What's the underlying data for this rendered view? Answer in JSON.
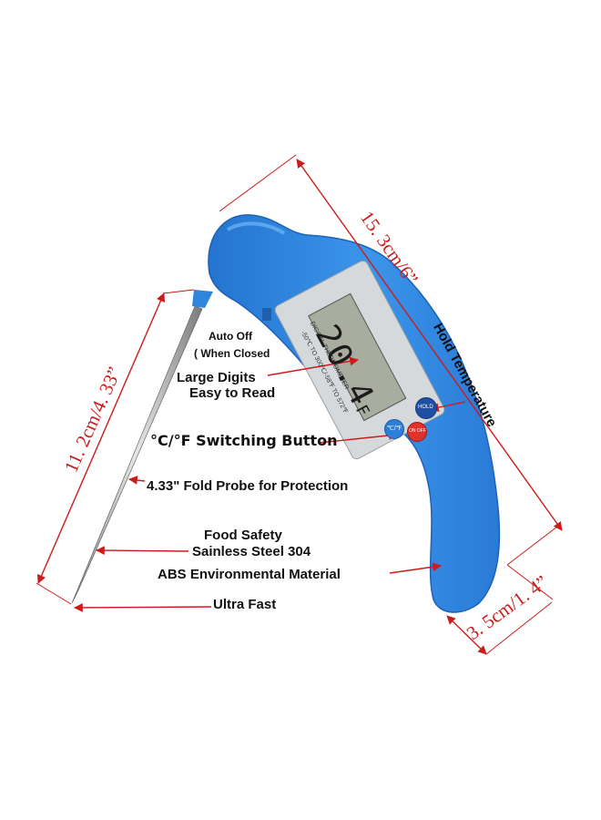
{
  "lcd": {
    "brand": "DIGITAL THERMOMETER",
    "range": "-50℃ TO 300℃/-58℉ TO 572℉",
    "reading": "20.4",
    "unit": "F"
  },
  "buttons": {
    "hold": "HOLD",
    "onoff": "ON OFF",
    "cf": "℃/℉"
  },
  "dimensions": {
    "length": "15. 3cm/6”",
    "probe": "11. 2cm/4. 33”",
    "width": "3. 5cm/1. 4”"
  },
  "labels": {
    "auto_off_1": "Auto Off",
    "auto_off_2": "( When Closed",
    "large_digits_1": "Large Digits",
    "large_digits_2": "Easy to Read",
    "hold_temp": "Hold Temperature",
    "switching": "°C/°F Switching Button",
    "fold_probe": "4.33\" Fold Probe for Protection",
    "food_safety_1": "Food Safety",
    "food_safety_2": "Sainless Steel 304",
    "abs": "ABS Environmental Material",
    "ultra_fast": "Ultra Fast"
  },
  "colors": {
    "body": "#2f8ae4",
    "dimension": "#cc1b1b",
    "lcd": "#a9ad9f"
  }
}
